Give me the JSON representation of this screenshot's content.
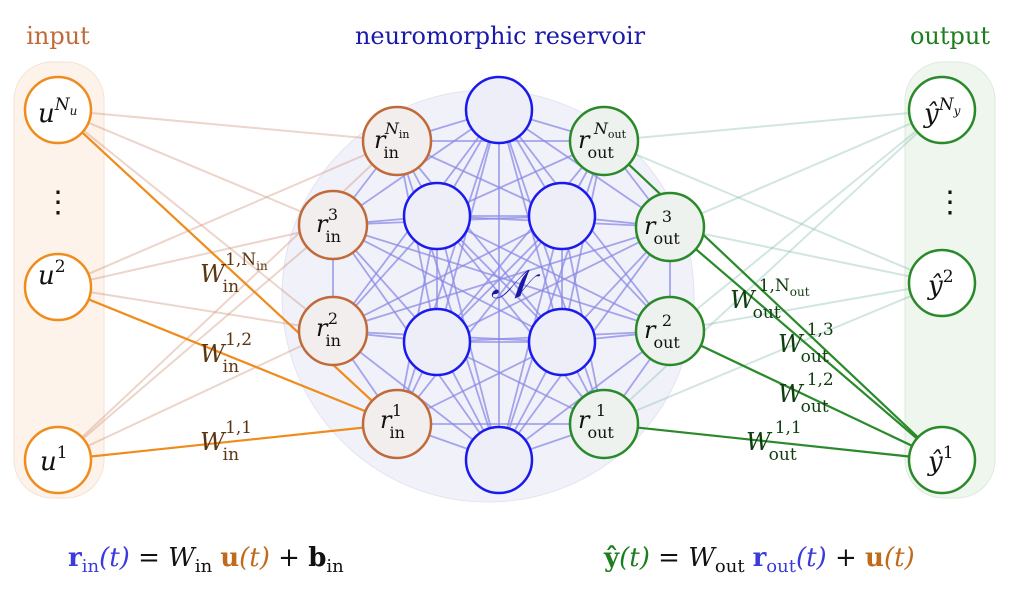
{
  "titles": {
    "input": "input",
    "reservoir": "neuromorphic reservoir",
    "output": "output"
  },
  "colors": {
    "input": "#f08c1c",
    "input_node": "#c06a3a",
    "reservoir": "#1a1aa8",
    "output": "#2a8a2a",
    "output_title": "#1e7e1e"
  },
  "input_nodes": [
    {
      "base": "u",
      "sup": "N",
      "sup_sub": "u"
    },
    {
      "base": "u",
      "sup": "2"
    },
    {
      "base": "u",
      "sup": "1"
    }
  ],
  "input_ellipsis": "⋮",
  "in_nodes": [
    {
      "base": "r",
      "sub": "in",
      "sup": "N",
      "sup_sub": "in"
    },
    {
      "base": "r",
      "sub": "in",
      "sup": "3"
    },
    {
      "base": "r",
      "sub": "in",
      "sup": "2"
    },
    {
      "base": "r",
      "sub": "in",
      "sup": "1"
    }
  ],
  "out_nodes": [
    {
      "base": "r",
      "sub": "out",
      "sup": "N",
      "sup_sub": "out"
    },
    {
      "base": "r",
      "sub": "out",
      "sup": "3"
    },
    {
      "base": "r",
      "sub": "out",
      "sup": "2"
    },
    {
      "base": "r",
      "sub": "out",
      "sup": "1"
    }
  ],
  "output_nodes": [
    {
      "base": "ŷ",
      "sup": "N",
      "sup_sub": "y"
    },
    {
      "base": "ŷ",
      "sup": "2"
    },
    {
      "base": "ŷ",
      "sup": "1"
    }
  ],
  "output_ellipsis": "⋮",
  "reservoir_symbol": "𝒩",
  "weight_labels_in": [
    {
      "base": "W",
      "sub": "in",
      "sup": "1,N",
      "sup_sub": "in"
    },
    {
      "base": "W",
      "sub": "in",
      "sup": "1,2"
    },
    {
      "base": "W",
      "sub": "in",
      "sup": "1,1"
    }
  ],
  "weight_labels_out": [
    {
      "base": "W",
      "sub": "out",
      "sup": "1,N",
      "sup_sub": "out"
    },
    {
      "base": "W",
      "sub": "out",
      "sup": "1,3"
    },
    {
      "base": "W",
      "sub": "out",
      "sup": "1,2"
    },
    {
      "base": "W",
      "sub": "out",
      "sup": "1,1"
    }
  ],
  "equations": {
    "left": {
      "lhs": "r",
      "lhs_sub": "in",
      "lhs_arg": "(t)",
      "eq": " = ",
      "w": "W",
      "w_sub": "in",
      "u": "u",
      "u_arg": "(t)",
      "plus": " + ",
      "b": "b",
      "b_sub": "in"
    },
    "right": {
      "lhs": "ŷ",
      "lhs_arg": "(t)",
      "eq": " = ",
      "w": "W",
      "w_sub": "out",
      "r": "r",
      "r_sub": "out",
      "r_arg": "(t)",
      "plus": " + ",
      "u": "u",
      "u_arg": "(t)"
    }
  }
}
